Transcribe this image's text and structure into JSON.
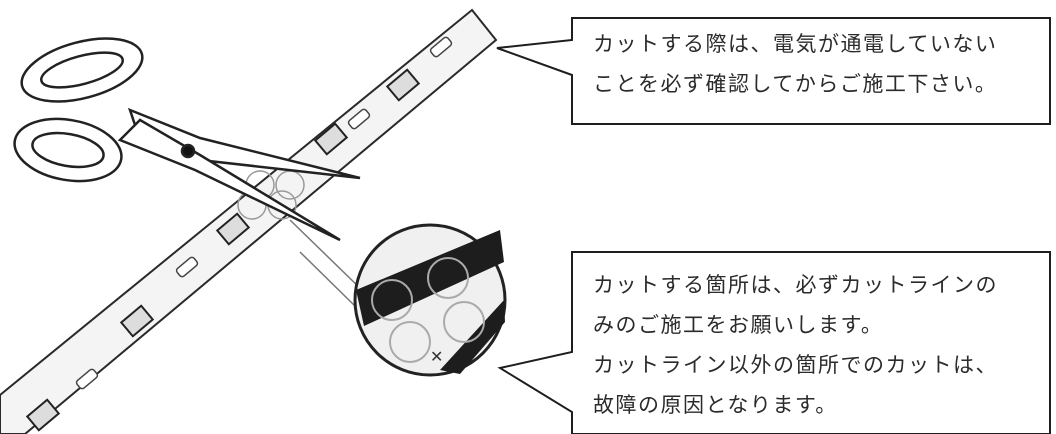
{
  "callouts": [
    {
      "lines": [
        "カットする際は、電気が通電していない",
        "ことを必ず確認してからご施工下さい。"
      ]
    },
    {
      "lines": [
        "カットする箇所は、必ずカットラインの",
        "みのご施工をお願いします。",
        "カットライン以外の箇所でのカットは、",
        "故障の原因となります。"
      ]
    }
  ],
  "icons": [
    "scissors-icon",
    "led-strip",
    "magnifier-circle"
  ],
  "colors": {
    "line": "#2a2a2a",
    "strip_fill": "#f4f4f4",
    "text": "#2b2b2b"
  }
}
